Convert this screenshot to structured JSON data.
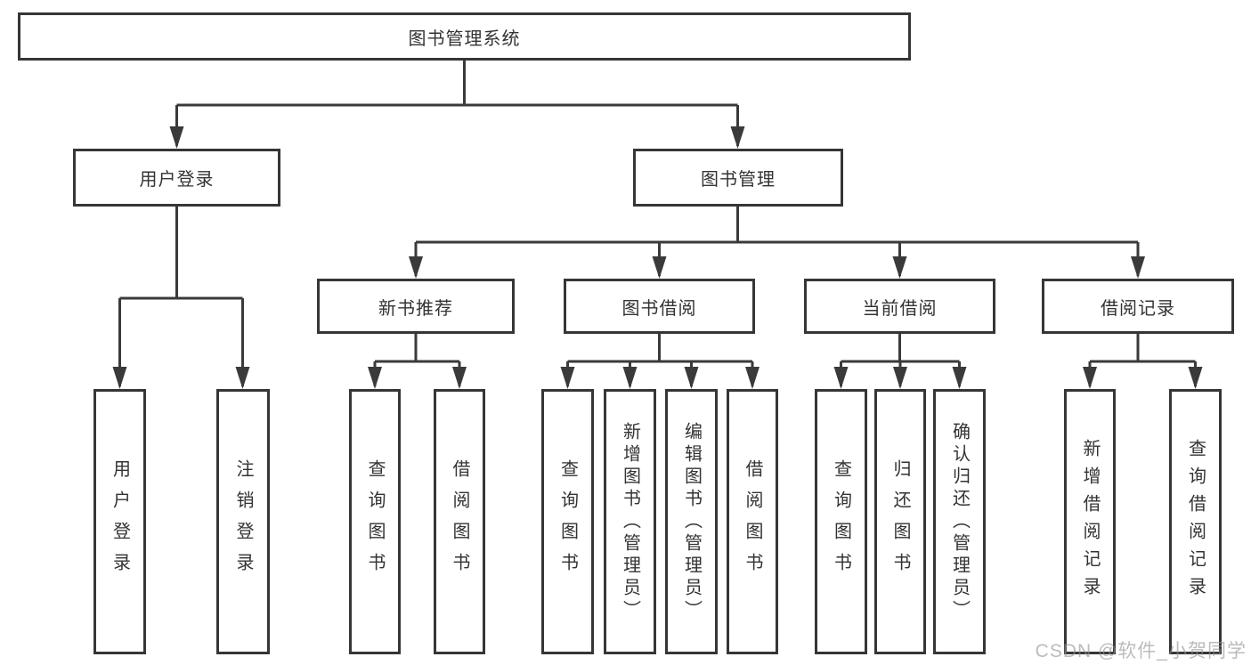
{
  "diagram": {
    "root": {
      "label": "图书管理系统"
    },
    "branches": [
      {
        "label": "用户登录",
        "children": [
          {
            "label": "用户登录"
          },
          {
            "label": "注销登录"
          }
        ]
      },
      {
        "label": "图书管理",
        "groups": [
          {
            "label": "新书推荐",
            "children": [
              {
                "label": "查询图书"
              },
              {
                "label": "借阅图书"
              }
            ]
          },
          {
            "label": "图书借阅",
            "children": [
              {
                "label": "查询图书"
              },
              {
                "label": "新增图书（管理员）"
              },
              {
                "label": "编辑图书（管理员）"
              },
              {
                "label": "借阅图书"
              }
            ]
          },
          {
            "label": "当前借阅",
            "children": [
              {
                "label": "查询图书"
              },
              {
                "label": "归还图书"
              },
              {
                "label": "确认归还（管理员）"
              }
            ]
          },
          {
            "label": "借阅记录",
            "children": [
              {
                "label": "新增借阅记录"
              },
              {
                "label": "查询借阅记录"
              }
            ]
          }
        ]
      }
    ]
  },
  "watermark": {
    "text": "CSDN @软件_小贺同学"
  },
  "colors": {
    "line": "#3a3a3a",
    "box_border": "#363636",
    "text": "#333333",
    "background": "#ffffff",
    "watermark": "#919191"
  }
}
